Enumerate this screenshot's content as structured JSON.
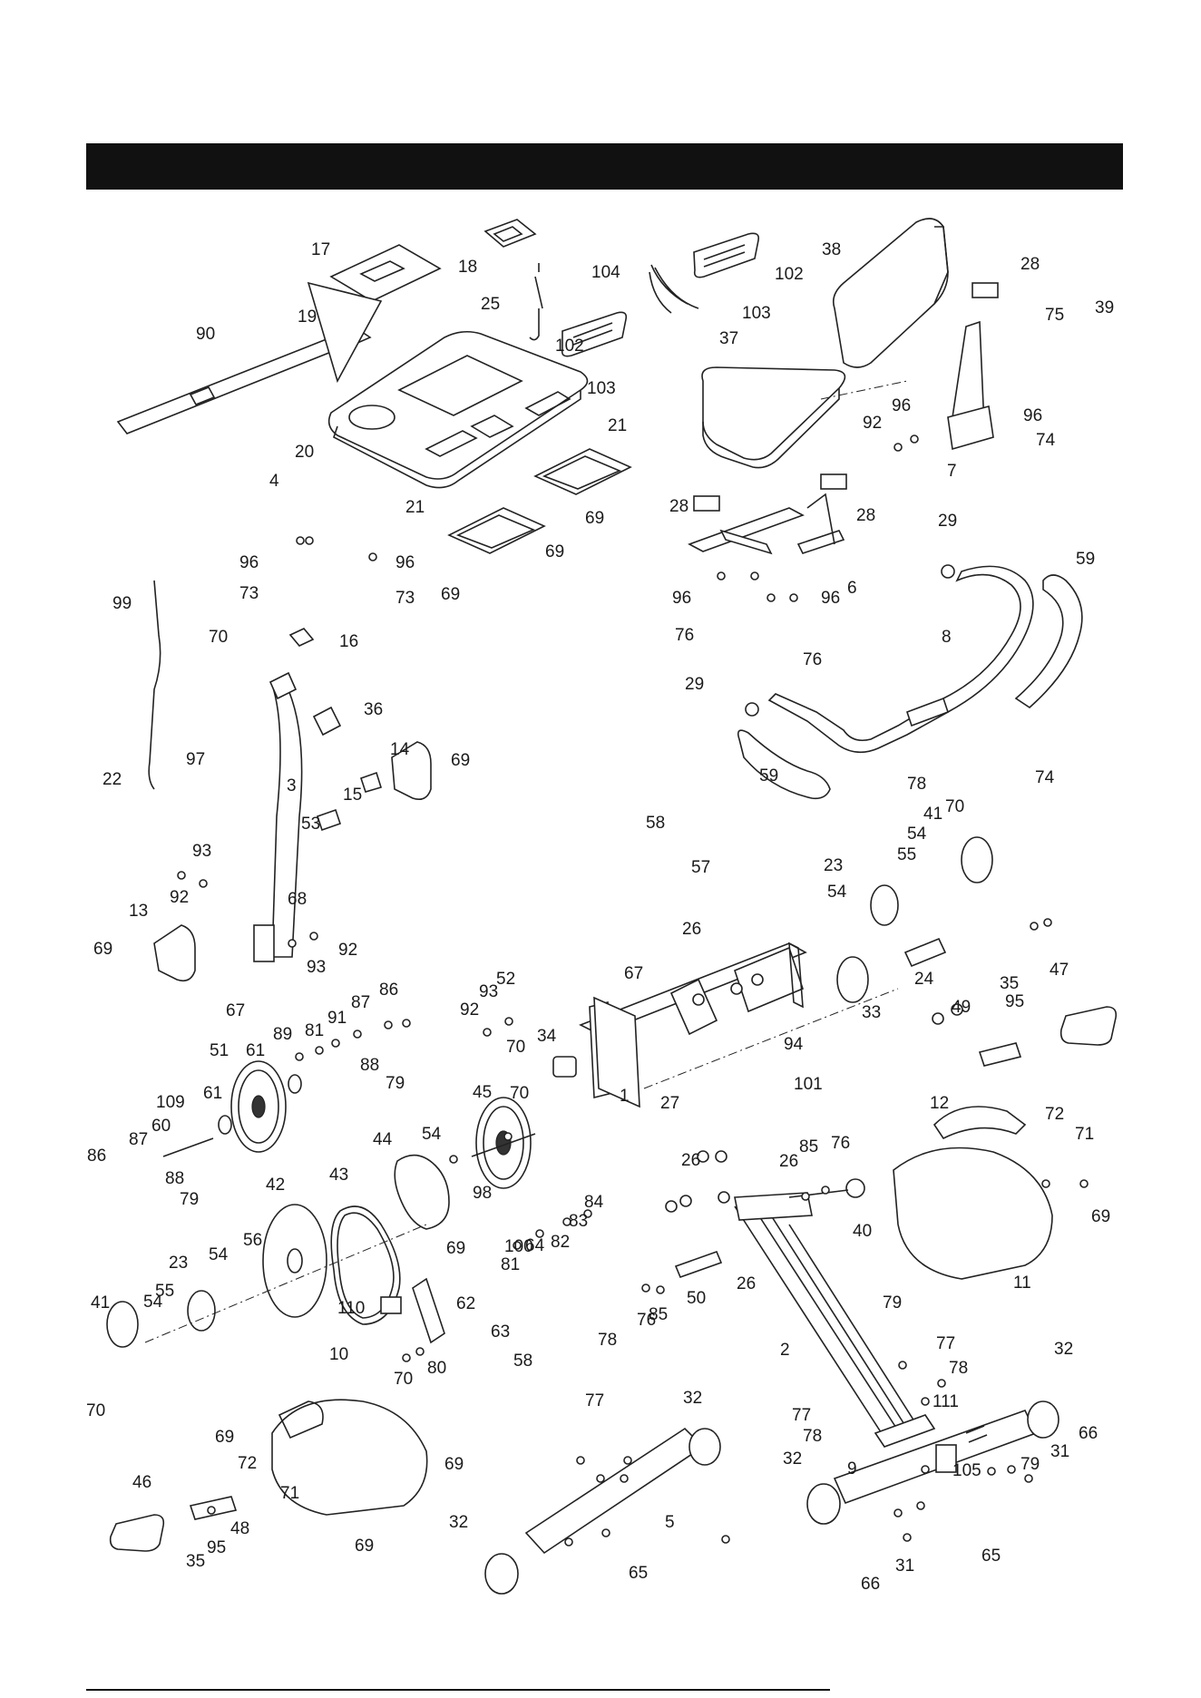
{
  "header": {
    "title": ""
  },
  "callouts": [
    "1",
    "2",
    "3",
    "4",
    "5",
    "6",
    "7",
    "8",
    "9",
    "10",
    "11",
    "12",
    "13",
    "14",
    "15",
    "16",
    "17",
    "18",
    "19",
    "20",
    "21",
    "22",
    "23",
    "24",
    "25",
    "26",
    "27",
    "28",
    "29",
    "31",
    "32",
    "33",
    "34",
    "35",
    "36",
    "37",
    "38",
    "39",
    "40",
    "41",
    "42",
    "43",
    "44",
    "45",
    "46",
    "47",
    "48",
    "49",
    "50",
    "51",
    "52",
    "53",
    "54",
    "55",
    "56",
    "57",
    "58",
    "59",
    "60",
    "61",
    "62",
    "63",
    "64",
    "65",
    "66",
    "67",
    "68",
    "69",
    "70",
    "71",
    "72",
    "73",
    "74",
    "75",
    "76",
    "77",
    "78",
    "79",
    "80",
    "81",
    "82",
    "83",
    "84",
    "85",
    "86",
    "87",
    "88",
    "89",
    "90",
    "91",
    "92",
    "93",
    "94",
    "95",
    "96",
    "97",
    "98",
    "99",
    "100",
    "101",
    "102",
    "103",
    "104",
    "105",
    "109",
    "110",
    "111"
  ]
}
